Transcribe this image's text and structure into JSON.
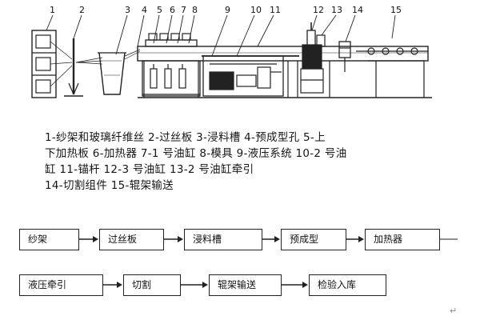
{
  "machine": {
    "labels": [
      "1",
      "2",
      "3",
      "4",
      "5",
      "6",
      "7",
      "8",
      "9",
      "10",
      "11",
      "12",
      "13",
      "14",
      "15"
    ]
  },
  "legend": {
    "lines": [
      "1-纱架和玻璃纤维丝  2-过丝板  3-浸料槽  4-预成型孔  5-上",
      "下加热板  6-加热器  7-1 号油缸  8-模具  9-液压系统  10-2 号油",
      "缸  11-锚杆  12-3 号油缸  13-2 号油缸牵引",
      "14-切割组件  15-辊架输送"
    ]
  },
  "flow": {
    "row1": [
      "纱架",
      "过丝板",
      "浸料槽",
      "预成型",
      "加热器"
    ],
    "row2": [
      "液压牵引",
      "切割",
      "辊架输送",
      "检验入库"
    ]
  },
  "end_mark": "↵"
}
